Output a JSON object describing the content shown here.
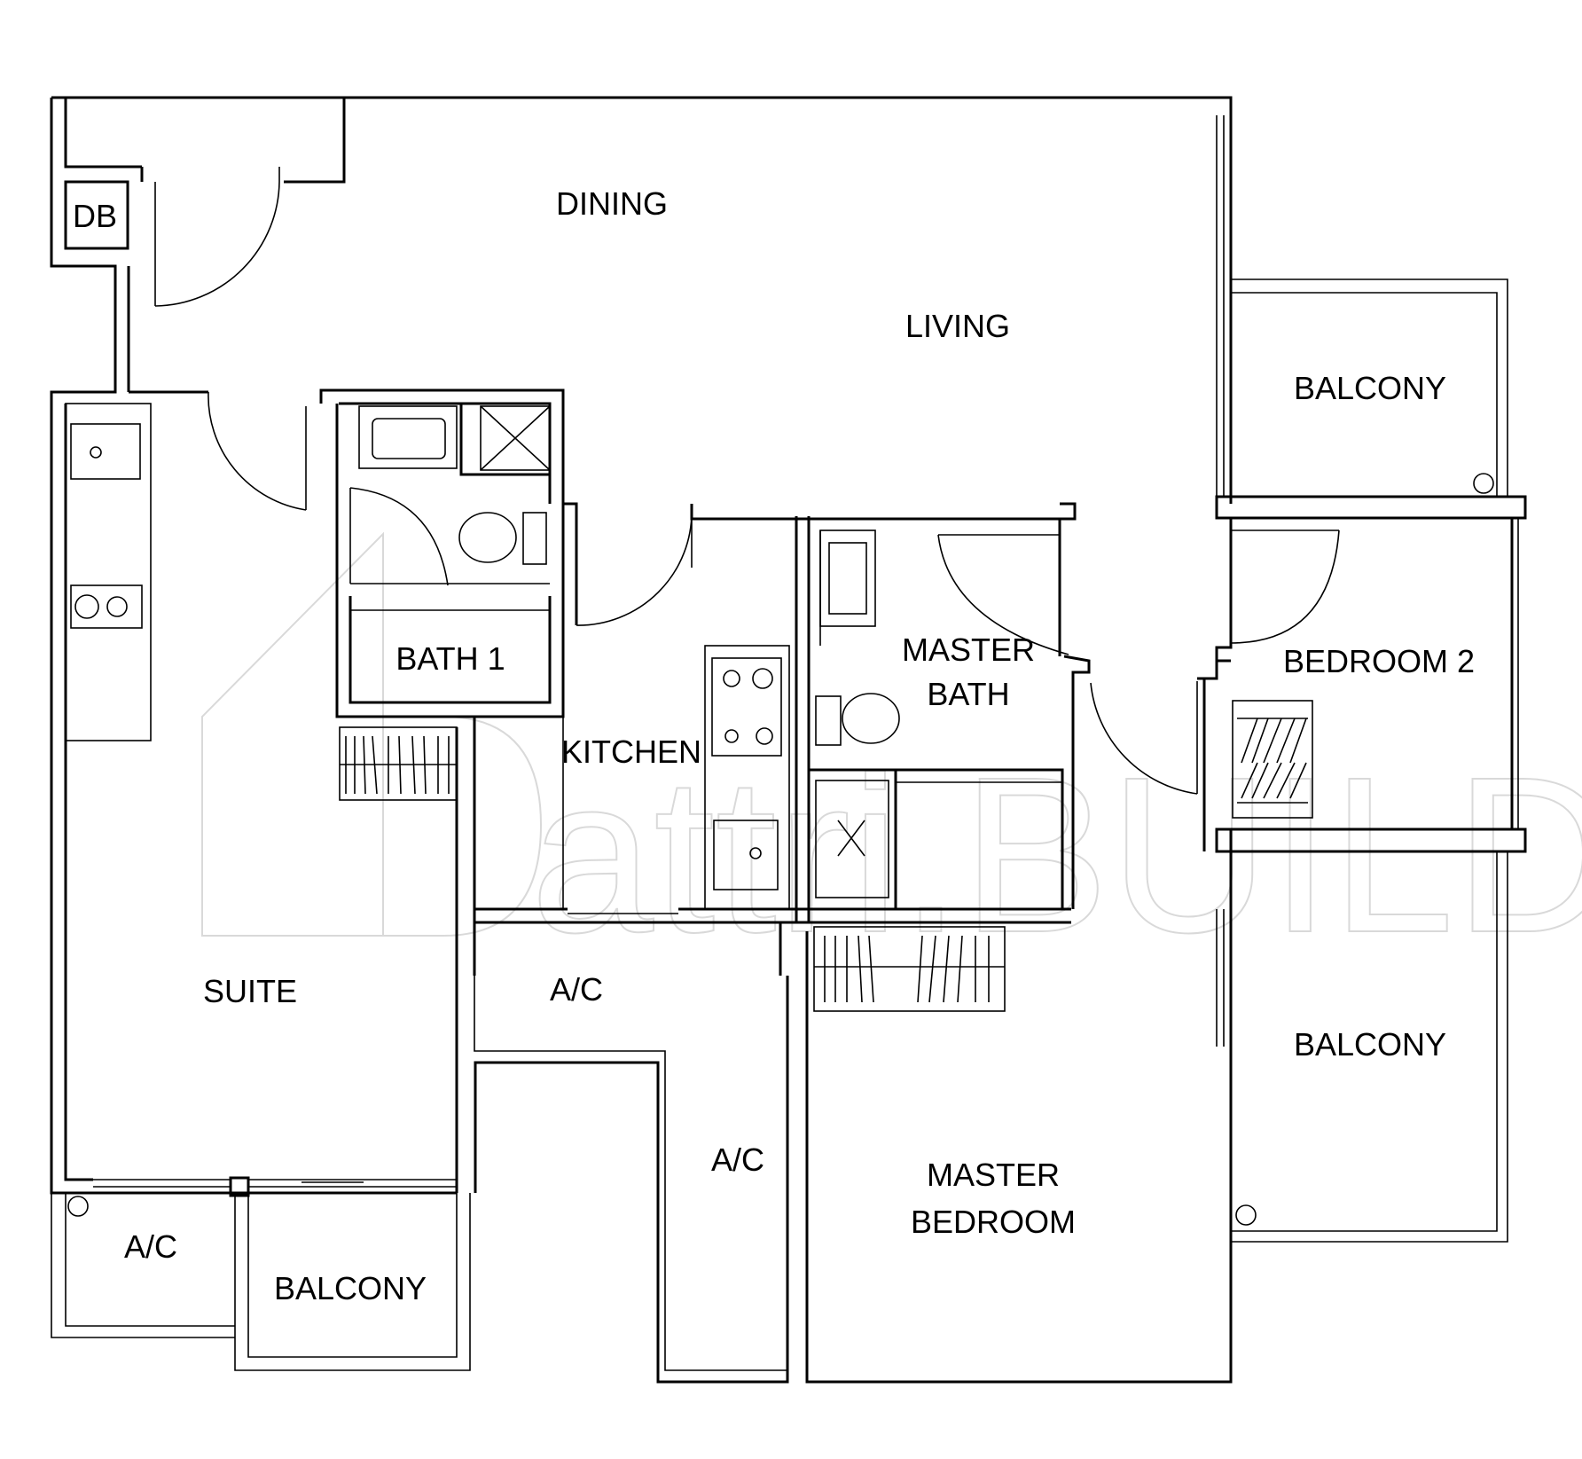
{
  "rooms": {
    "db": "DB",
    "dining": "DINING",
    "living": "LIVING",
    "balcony_top_right": "BALCONY",
    "bath1": "BATH 1",
    "kitchen": "KITCHEN",
    "master_bath_line1": "MASTER",
    "master_bath_line2": "BATH",
    "bedroom2": "BEDROOM 2",
    "suite": "SUITE",
    "ac_center_top": "A/C",
    "ac_center": "A/C",
    "balcony_mid_right": "BALCONY",
    "master_bedroom_line1": "MASTER",
    "master_bedroom_line2": "BEDROOM",
    "ac_bottom_left": "A/C",
    "balcony_bottom_left": "BALCONY"
  },
  "watermark": "attri.BUILD"
}
